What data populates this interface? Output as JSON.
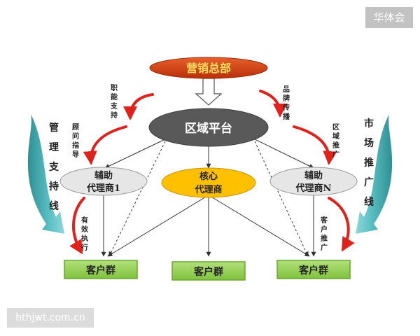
{
  "watermarks": {
    "top_right": "华体会",
    "bottom_left": "hthjwt.com.cn"
  },
  "colors": {
    "hq_fill": "#d23f0d",
    "hq_text": "#ffe060",
    "platform_fill": "#595959",
    "platform_text": "#ffffff",
    "agent_fill": "#e6e6e6",
    "core_fill": "#ffc000",
    "customer_fill": "#92d050",
    "arrow_red": "#e0221c",
    "teal": "#3aa3a7",
    "line": "#333333"
  },
  "nodes": {
    "hq": "营销总部",
    "platform": "区域平台",
    "agent_left_line1": "辅助",
    "agent_left_line2": "代理商1",
    "core_line1": "核心",
    "core_line2": "代理商",
    "agent_right_line1": "辅助",
    "agent_right_line2": "代理商N",
    "customer_left": "客户群",
    "customer_mid": "客户群",
    "customer_right": "客户群"
  },
  "annotations": {
    "function_support": [
      "职",
      "能",
      "支",
      "持"
    ],
    "brand_spread": [
      "品",
      "牌",
      "传",
      "播"
    ],
    "consult_guide": [
      "顾",
      "问",
      "指",
      "导"
    ],
    "regional_promo": [
      "区",
      "域",
      "推",
      "广"
    ],
    "effective_exec": [
      "有",
      "效",
      "执",
      "行"
    ],
    "customer_promo": [
      "客",
      "户",
      "推",
      "广"
    ]
  },
  "side_labels": {
    "left": [
      "管",
      "理",
      "支",
      "持",
      "线"
    ],
    "right": [
      "市",
      "场",
      "推",
      "广",
      "线"
    ]
  }
}
